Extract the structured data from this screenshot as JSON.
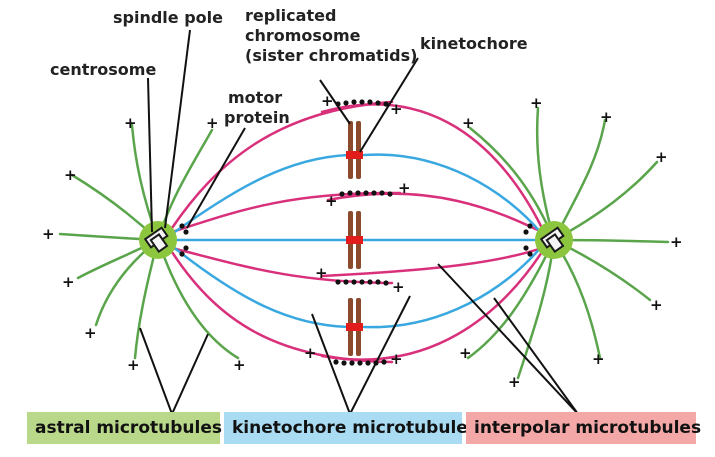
{
  "labels": {
    "spindle_pole": "spindle pole",
    "replicated_chromosome_line1": "replicated",
    "replicated_chromosome_line2": "chromosome",
    "replicated_chromosome_line3": "(sister chromatids)",
    "kinetochore": "kinetochore",
    "centrosome": "centrosome",
    "motor_protein_line1": "motor",
    "motor_protein_line2": "protein"
  },
  "legend": {
    "astral": "astral microtubules",
    "kinetochore": "kinetochore microtubules",
    "interpolar": "interpolar microtubules"
  },
  "plus_sign": "+",
  "colors": {
    "astral": "#5aa54b",
    "kinetochore": "#3aa8e0",
    "interpolar": "#d9307c",
    "centrosome": "#8cc63f",
    "chromatid": "#8b4a2b",
    "kinetochore_mark": "#e21b1b",
    "motor": "#111111",
    "legend_astral_bg": "#b9d88a",
    "legend_kinetochore_bg": "#a9dcf3",
    "legend_interpolar_bg": "#f4a7a7"
  }
}
